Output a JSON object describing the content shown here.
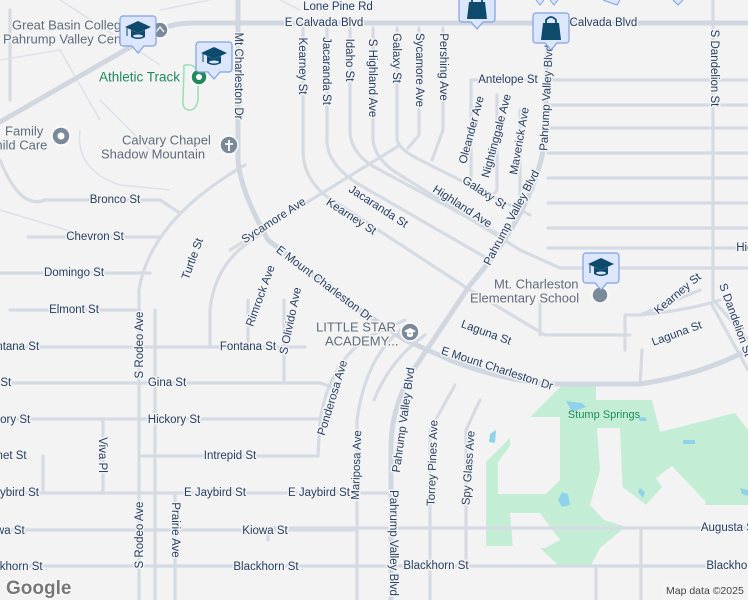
{
  "map": {
    "background": "#f4f3f4",
    "road_color": "#d5dbe3",
    "park_color": "#c3eed5",
    "water_color": "#8fd3ea",
    "label_color": "#263f5f",
    "streets": {
      "calvada_1": "E Calvada Blvd",
      "calvada_2": "E Calvada Blvd",
      "mt_charleston": "Mt Charleston Dr",
      "kearney_1": "Kearney St",
      "jacaranda_1": "Jacaranda St",
      "idaho": "Idaho St",
      "s_highland": "S Highland Ave",
      "galaxy_1": "Galaxy St",
      "sycamore_1": "Sycamore Ave",
      "pershing": "Pershing Ave",
      "antelope": "Antelope St",
      "oleander": "Oleander Ave",
      "nightinggale": "Nightinggale Ave",
      "maverick": "Maverick Ave",
      "pahrump_1": "Pahrump Valley Blvd",
      "pahrump_2": "Pahrump Valley Blvd",
      "pahrump_3": "Pahrump Valley Blvd",
      "pahrump_4": "Pahrump Valley Blvd",
      "galaxy_2": "Galaxy St",
      "highland_2": "Highland Ave",
      "highland_3": "Highland Ave",
      "jacaranda_2": "Jacaranda St",
      "kearney_2": "Kearney St",
      "kearney_3": "Kearney St",
      "sycamore_2": "Sycamore Ave",
      "e_mt_charleston_1": "E Mount Charleston Dr",
      "e_mt_charleston_2": "E Mount Charleston Dr",
      "rimrock": "Rimrock Ave",
      "olivido": "S Olivido Ave",
      "turtle": "Turtle St",
      "bronco": "Bronco St",
      "chevron": "Chevron St",
      "domingo": "Domingo St",
      "elmont": "Elmont St",
      "fontana_1": "Fontana St",
      "fontana_2": "Fontana St",
      "gina_1": "Gina St",
      "gina_2": "Gina St",
      "hickory_1": "Hickory St",
      "hickory_2": "Hickory St",
      "intrepid": "Intrepid St",
      "garnet": "Garnet St",
      "jaybird_1": "E Jaybird St",
      "jaybird_2": "E Jaybird St",
      "jaybird_3": "E Jaybird St",
      "kiowa_1": "Kiowa St",
      "kiowa_2": "Kiowa St",
      "blackhorn_1": "Blackhorn St",
      "blackhorn_2": "Blackhorn St",
      "blackhorn_3": "Blackhorn St",
      "blackhorn_4": "Blackhorn St",
      "augusta": "Augusta St",
      "rodeo_1": "S Rodeo Ave",
      "rodeo_2": "S Rodeo Ave",
      "viva": "Viva Pl",
      "prairie": "Prairie Ave",
      "ponderosa": "Ponderosa Ave",
      "mariposa": "Mariposa Ave",
      "torrey": "Torrey Pines Ave",
      "spyglass": "Spy Glass Ave",
      "laguna_1": "Laguna St",
      "laguna_2": "Laguna St",
      "dandelion_1": "S Dandelion St",
      "dandelion_2": "S Dandelion St",
      "lone_pine": "Lone Pine Rd"
    },
    "places": {
      "great_basin_1": "Great Basin College",
      "great_basin_2": "Pahrump Valley Center",
      "athletic_track": "Athletic Track",
      "family_care_1": "Family",
      "family_care_2": "Child Care",
      "calvary_1": "Calvary Chapel",
      "calvary_2": "Shadow Mountain",
      "little_star_1": "LITTLE STAR",
      "little_star_2": "ACADEMY...",
      "mt_charleston_school_1": "Mt. Charleston",
      "mt_charleston_school_2": "Elementary School",
      "stump_springs": "Stump Springs"
    },
    "markers": [
      {
        "type": "school",
        "icon": "graduation-cap-icon"
      },
      {
        "type": "school",
        "icon": "graduation-cap-icon"
      },
      {
        "type": "school",
        "icon": "graduation-cap-icon"
      },
      {
        "type": "shopping",
        "icon": "shopping-bag-icon"
      },
      {
        "type": "shopping",
        "icon": "shopping-bag-icon"
      }
    ],
    "attribution": "Map data ©2025",
    "logo": "Google"
  }
}
